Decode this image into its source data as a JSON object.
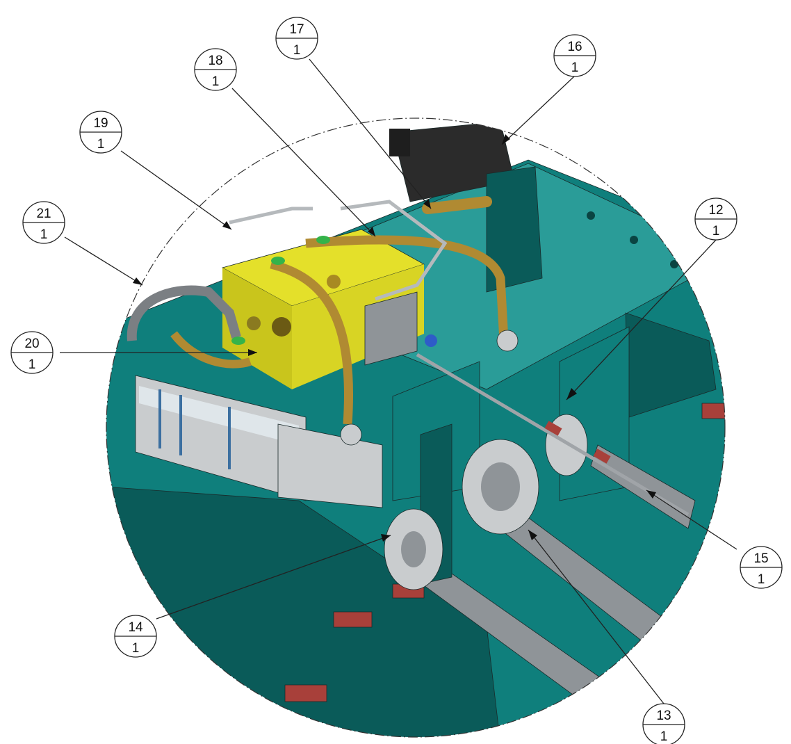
{
  "colors": {
    "frame_teal": "#0f7f7c",
    "frame_teal_dark": "#0a5b59",
    "frame_teal_light": "#2a9c98",
    "manifold_yellow": "#e4e02a",
    "tube_bronze": "#b08a32",
    "steel_silver": "#c9ccce",
    "steel_dark": "#8f9498",
    "rubber_black": "#2b2b2b",
    "pad_red": "#a8403a",
    "fitting_green": "#34b34a",
    "accent_blue": "#2e5cc8"
  },
  "balloons": [
    {
      "item": "12",
      "qty": "1"
    },
    {
      "item": "13",
      "qty": "1"
    },
    {
      "item": "14",
      "qty": "1"
    },
    {
      "item": "15",
      "qty": "1"
    },
    {
      "item": "16",
      "qty": "1"
    },
    {
      "item": "17",
      "qty": "1"
    },
    {
      "item": "18",
      "qty": "1"
    },
    {
      "item": "19",
      "qty": "1"
    },
    {
      "item": "20",
      "qty": "1"
    },
    {
      "item": "21",
      "qty": "1"
    }
  ]
}
